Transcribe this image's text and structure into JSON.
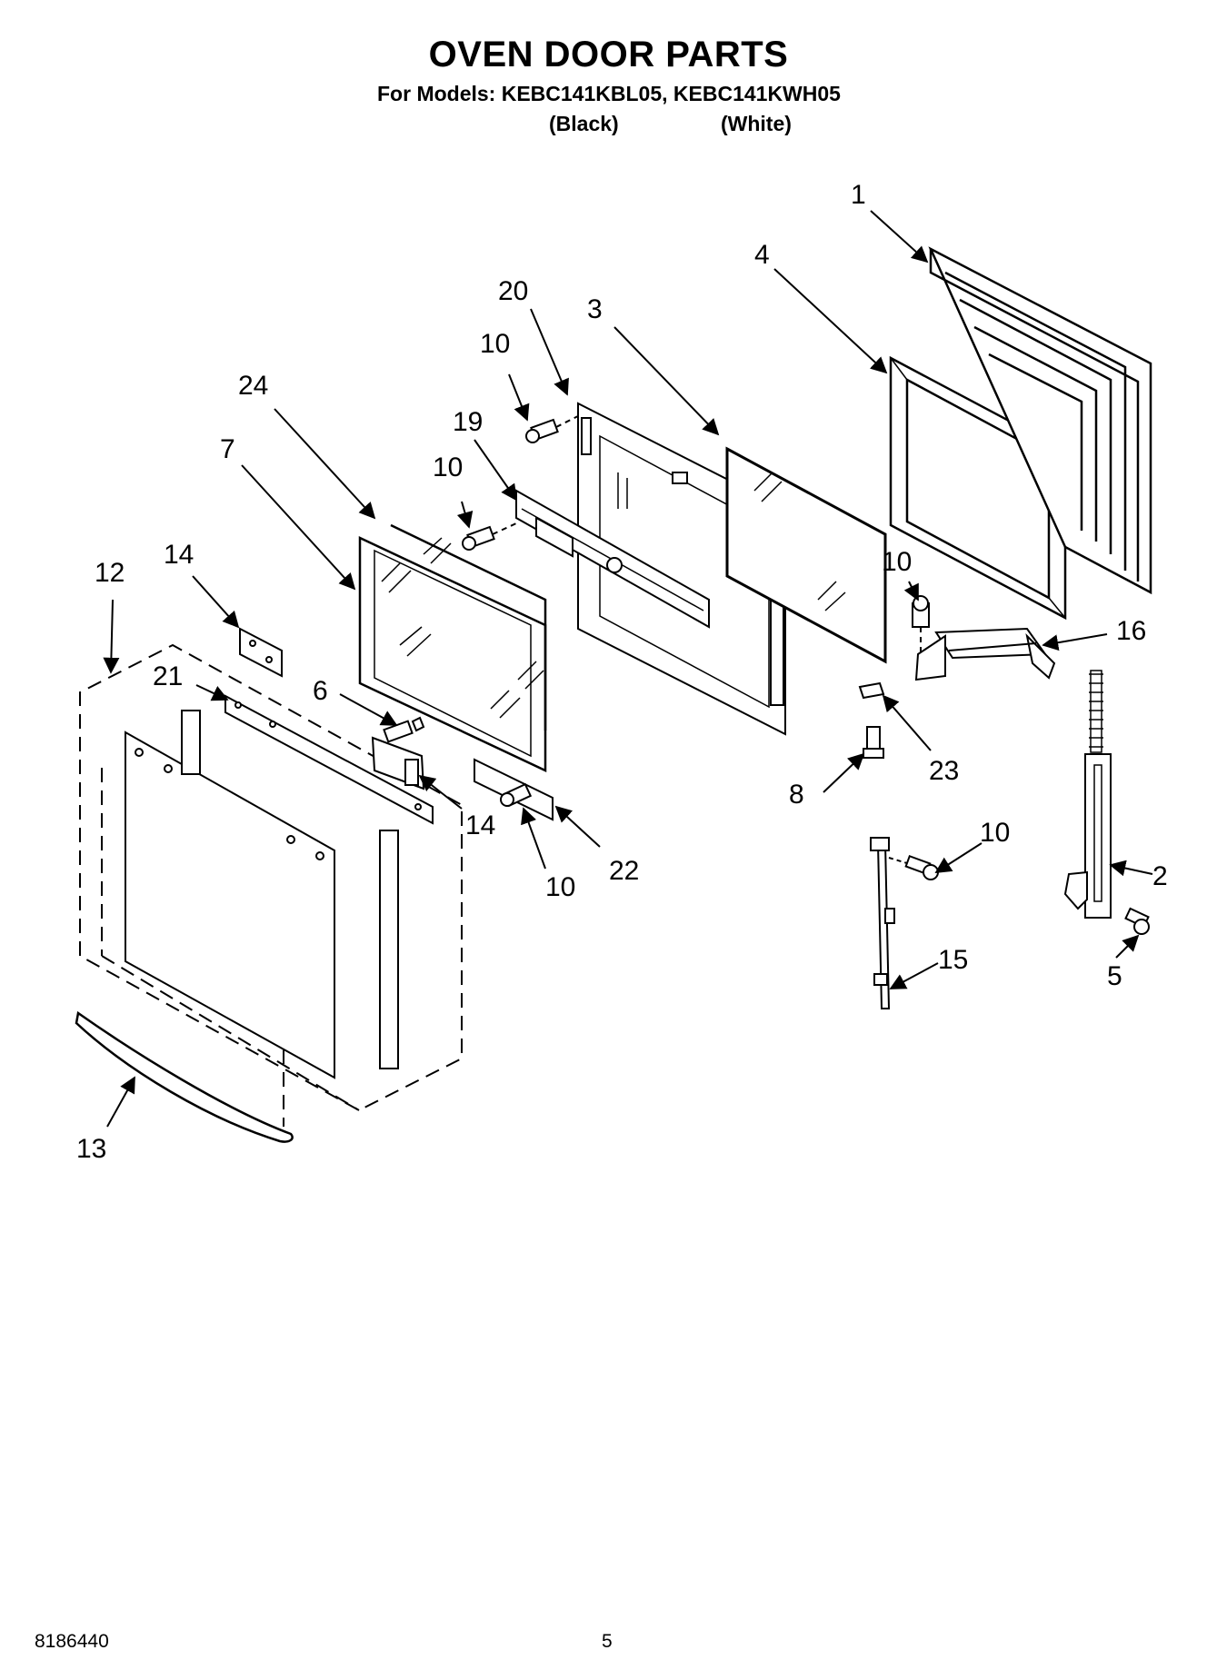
{
  "header": {
    "title": "OVEN DOOR PARTS",
    "subtitle": "For Models: KEBC141KBL05, KEBC141KWH05",
    "variant_black": "(Black)",
    "variant_white": "(White)"
  },
  "callouts": {
    "c1": "1",
    "c4": "4",
    "c20": "20",
    "c3": "3",
    "c10a": "10",
    "c24": "24",
    "c19": "19",
    "c7": "7",
    "c10b": "10",
    "c12": "12",
    "c14a": "14",
    "c10c": "10",
    "c16": "16",
    "c21": "21",
    "c6": "6",
    "c23": "23",
    "c8": "8",
    "c14b": "14",
    "c22": "22",
    "c10d": "10",
    "c10e": "10",
    "c2": "2",
    "c15": "15",
    "c5": "5",
    "c13": "13"
  },
  "footer": {
    "doc_number": "8186440",
    "page_number": "5"
  }
}
